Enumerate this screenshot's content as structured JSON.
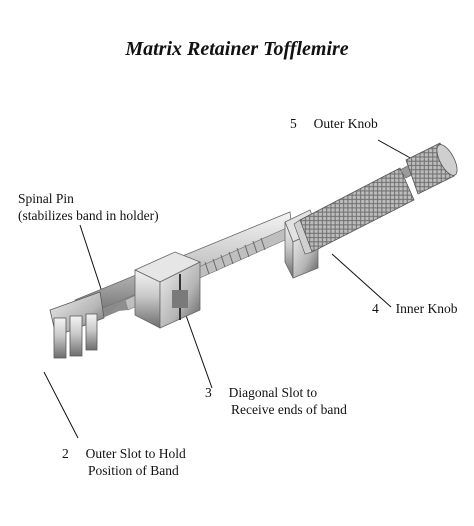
{
  "title": "Matrix Retainer Tofflemire",
  "labels": {
    "outer_knob": {
      "num": "5",
      "text": "Outer Knob"
    },
    "spinal_pin": {
      "line1": "Spinal Pin",
      "line2": "(stabilizes band in holder)"
    },
    "inner_knob": {
      "num": "4",
      "text": "Inner Knob"
    },
    "diagonal_slot": {
      "num": "3",
      "line1": "Diagonal Slot to",
      "line2": "Receive ends of band"
    },
    "outer_slot": {
      "num": "2",
      "line1": "Outer Slot to Hold",
      "line2": "Position of Band"
    }
  },
  "colors": {
    "background": "#ffffff",
    "text": "#111111",
    "metal_light": "#e8e8e8",
    "metal_mid": "#a9a9a9",
    "metal_dark": "#555555"
  }
}
